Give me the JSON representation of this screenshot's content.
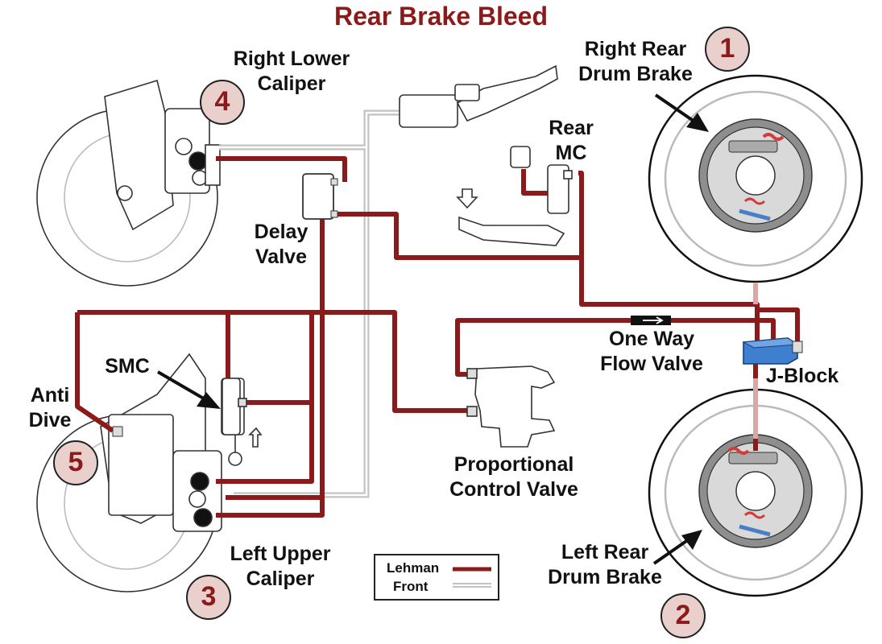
{
  "title": "Rear Brake Bleed",
  "colors": {
    "lehman_line": "#8b1a1a",
    "front_line": "#c2c2c2",
    "number_badge": "#ead0cd",
    "j_block": "#3f7fd0",
    "spring_red": "#d43c3c",
    "spring_blue": "#4a7fc8"
  },
  "labels": {
    "right_lower_caliper": [
      "Right Lower",
      "Caliper"
    ],
    "right_rear_drum": [
      "Right Rear",
      "Drum Brake"
    ],
    "rear_mc": [
      "Rear",
      "MC"
    ],
    "delay_valve": [
      "Delay",
      "Valve"
    ],
    "one_way_flow_valve": [
      "One Way",
      "Flow Valve"
    ],
    "j_block": "J-Block",
    "smc": "SMC",
    "anti_dive": [
      "Anti",
      "Dive"
    ],
    "proportional_control_valve": [
      "Proportional",
      "Control Valve"
    ],
    "left_upper_caliper": [
      "Left Upper",
      "Caliper"
    ],
    "left_rear_drum": [
      "Left Rear",
      "Drum Brake"
    ]
  },
  "steps": [
    "1",
    "2",
    "3",
    "4",
    "5"
  ],
  "legend": {
    "lehman": "Lehman",
    "front": "Front"
  }
}
